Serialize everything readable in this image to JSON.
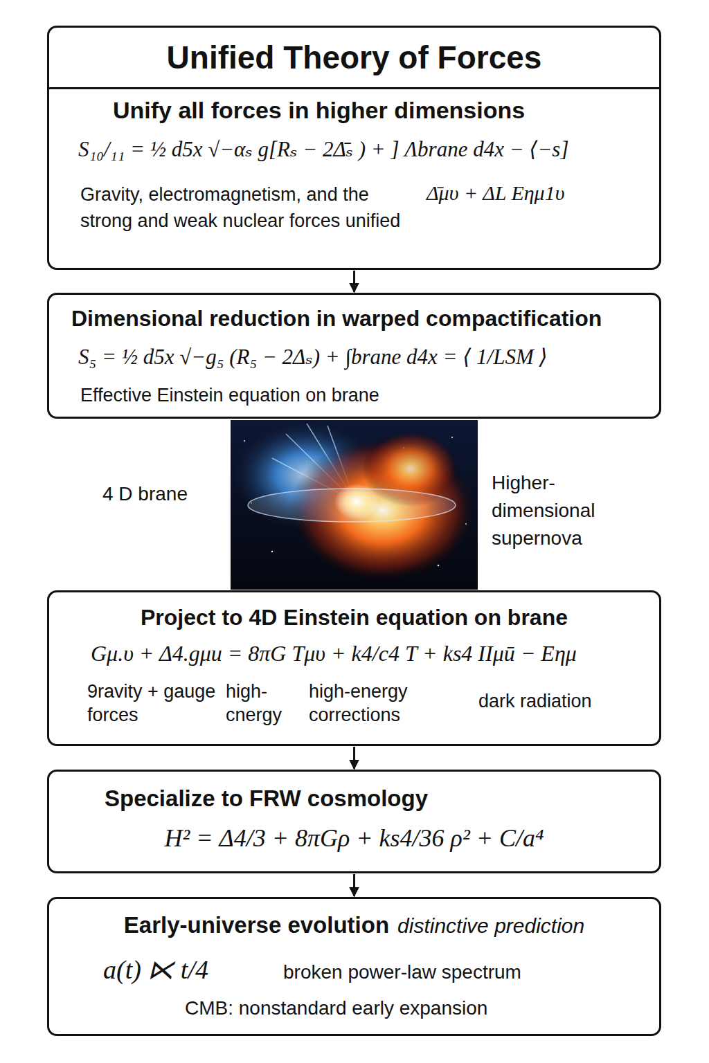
{
  "diagram": {
    "title": "Unified Theory of Forces",
    "nodes": [
      {
        "text": [
          "Unify all forces in higher dimensions",
          "S₁₀/₁₁ = ½ d5x √−αₛ g[Rₛ − 2Δ̄ₛ ) + ] Λbrane d4x − ⟨−s]",
          "Gravity, electromagnetism, and the strong and weak nuclear forces unified",
          "Δ̄μυ + ΔL Eημ1υ"
        ]
      },
      {
        "text": [
          "Dimensional reduction in warped compactification",
          "S₅ = ½ d5x √−g₅ (R₅ − 2Δₛ) + ∫brane d4x = ⟨ 1/LSM ⟩",
          "Effective Einstein equation on brane"
        ]
      },
      {
        "text": [
          "Project to 4D Einstein equation on brane",
          "Gμ.υ + Δ4.gμu = 8πG Tμυ + k4/c4 T + ks4 IIμū − Eημ",
          "9ravity + gauge forces",
          "high- cnergy",
          "high-energy corrections",
          "dark radiation"
        ]
      },
      {
        "text": [
          "Specialize to FRW cosmology",
          "H² = Δ4/3 + 8πGρ + ks4/36 ρ² + C/a⁴"
        ]
      },
      {
        "text": [
          "Early-universe evolution",
          "distinctive prediction",
          "a(t) ⋉ t/4",
          "broken power-law spectrum",
          "CMB: nonstandard early expansion"
        ]
      }
    ],
    "edges": [
      {
        "from": 0,
        "to": 1,
        "arrow": "to"
      },
      {
        "from": 2,
        "to": 3,
        "arrow": "to"
      },
      {
        "from": 3,
        "to": 4,
        "arrow": "to"
      }
    ],
    "labels": [
      "4 D brane",
      "Higher- dimensional supernova"
    ]
  }
}
